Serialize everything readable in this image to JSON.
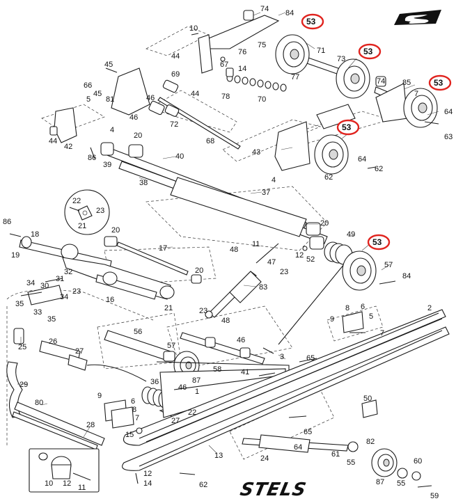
{
  "diagram": {
    "brand_text": "STELS",
    "logo_icon": "stels-s-logo-icon",
    "highlight_color": "#e0231e",
    "highlighted_part": "53",
    "callouts": [
      {
        "id": "74a",
        "text": "74"
      },
      {
        "id": "84a",
        "text": "84"
      },
      {
        "id": "53a",
        "text": "53"
      },
      {
        "id": "10a",
        "text": "10"
      },
      {
        "id": "75",
        "text": "75"
      },
      {
        "id": "76",
        "text": "76"
      },
      {
        "id": "71",
        "text": "71"
      },
      {
        "id": "53b",
        "text": "53"
      },
      {
        "id": "44a",
        "text": "44"
      },
      {
        "id": "67",
        "text": "67"
      },
      {
        "id": "14a",
        "text": "14"
      },
      {
        "id": "73",
        "text": "73"
      },
      {
        "id": "45a",
        "text": "45"
      },
      {
        "id": "69",
        "text": "69"
      },
      {
        "id": "77",
        "text": "77"
      },
      {
        "id": "74b",
        "text": "74"
      },
      {
        "id": "85",
        "text": "85"
      },
      {
        "id": "53c",
        "text": "53"
      },
      {
        "id": "66",
        "text": "66"
      },
      {
        "id": "46a",
        "text": "46"
      },
      {
        "id": "44b",
        "text": "44"
      },
      {
        "id": "78",
        "text": "78"
      },
      {
        "id": "70",
        "text": "70"
      },
      {
        "id": "7a",
        "text": "7"
      },
      {
        "id": "45b",
        "text": "45"
      },
      {
        "id": "81",
        "text": "81"
      },
      {
        "id": "5",
        "text": "5"
      },
      {
        "id": "64a",
        "text": "64"
      },
      {
        "id": "4a",
        "text": "4"
      },
      {
        "id": "46b",
        "text": "46"
      },
      {
        "id": "72",
        "text": "72"
      },
      {
        "id": "53d",
        "text": "53"
      },
      {
        "id": "63",
        "text": "63"
      },
      {
        "id": "44c",
        "text": "44"
      },
      {
        "id": "42",
        "text": "42"
      },
      {
        "id": "20a",
        "text": "20"
      },
      {
        "id": "68",
        "text": "68"
      },
      {
        "id": "43",
        "text": "43"
      },
      {
        "id": "86a",
        "text": "86"
      },
      {
        "id": "39",
        "text": "39"
      },
      {
        "id": "40",
        "text": "40"
      },
      {
        "id": "64b",
        "text": "64"
      },
      {
        "id": "62a",
        "text": "62"
      },
      {
        "id": "4b",
        "text": "4"
      },
      {
        "id": "62b",
        "text": "62"
      },
      {
        "id": "38",
        "text": "38"
      },
      {
        "id": "22",
        "text": "22"
      },
      {
        "id": "37",
        "text": "37"
      },
      {
        "id": "23a",
        "text": "23"
      },
      {
        "id": "21a",
        "text": "21"
      },
      {
        "id": "86b",
        "text": "86"
      },
      {
        "id": "18",
        "text": "18"
      },
      {
        "id": "20b",
        "text": "20"
      },
      {
        "id": "20c",
        "text": "20"
      },
      {
        "id": "49",
        "text": "49"
      },
      {
        "id": "53e",
        "text": "53"
      },
      {
        "id": "19",
        "text": "19"
      },
      {
        "id": "48a",
        "text": "48"
      },
      {
        "id": "11a",
        "text": "11"
      },
      {
        "id": "12a",
        "text": "12"
      },
      {
        "id": "17",
        "text": "17"
      },
      {
        "id": "52",
        "text": "52"
      },
      {
        "id": "47",
        "text": "47"
      },
      {
        "id": "23b",
        "text": "23"
      },
      {
        "id": "57a",
        "text": "57"
      },
      {
        "id": "84b",
        "text": "84"
      },
      {
        "id": "32",
        "text": "32"
      },
      {
        "id": "20d",
        "text": "20"
      },
      {
        "id": "31",
        "text": "31"
      },
      {
        "id": "34a",
        "text": "34"
      },
      {
        "id": "30",
        "text": "30"
      },
      {
        "id": "23c",
        "text": "23"
      },
      {
        "id": "83",
        "text": "83"
      },
      {
        "id": "34b",
        "text": "34"
      },
      {
        "id": "16",
        "text": "16"
      },
      {
        "id": "21b",
        "text": "21"
      },
      {
        "id": "35a",
        "text": "35"
      },
      {
        "id": "33",
        "text": "33"
      },
      {
        "id": "35b",
        "text": "35"
      },
      {
        "id": "23d",
        "text": "23"
      },
      {
        "id": "2",
        "text": "2"
      },
      {
        "id": "8a",
        "text": "8"
      },
      {
        "id": "6a",
        "text": "6"
      },
      {
        "id": "48b",
        "text": "48"
      },
      {
        "id": "9a",
        "text": "9"
      },
      {
        "id": "5b",
        "text": "5"
      },
      {
        "id": "7b",
        "text": "7"
      },
      {
        "id": "56",
        "text": "56"
      },
      {
        "id": "46c",
        "text": "46"
      },
      {
        "id": "25",
        "text": "25"
      },
      {
        "id": "26",
        "text": "26"
      },
      {
        "id": "57b",
        "text": "57"
      },
      {
        "id": "27a",
        "text": "27"
      },
      {
        "id": "65a",
        "text": "65"
      },
      {
        "id": "41",
        "text": "41"
      },
      {
        "id": "3",
        "text": "3"
      },
      {
        "id": "58",
        "text": "58"
      },
      {
        "id": "87a",
        "text": "87"
      },
      {
        "id": "29",
        "text": "29"
      },
      {
        "id": "36",
        "text": "36"
      },
      {
        "id": "46d",
        "text": "46"
      },
      {
        "id": "1",
        "text": "1"
      },
      {
        "id": "22b",
        "text": "22"
      },
      {
        "id": "9b",
        "text": "9"
      },
      {
        "id": "80",
        "text": "80"
      },
      {
        "id": "6b",
        "text": "6"
      },
      {
        "id": "8b",
        "text": "8"
      },
      {
        "id": "27b",
        "text": "27"
      },
      {
        "id": "7c",
        "text": "7"
      },
      {
        "id": "28",
        "text": "28"
      },
      {
        "id": "50",
        "text": "50"
      },
      {
        "id": "65b",
        "text": "65"
      },
      {
        "id": "82",
        "text": "82"
      },
      {
        "id": "15",
        "text": "15"
      },
      {
        "id": "64c",
        "text": "64"
      },
      {
        "id": "61",
        "text": "61"
      },
      {
        "id": "13",
        "text": "13"
      },
      {
        "id": "24",
        "text": "24"
      },
      {
        "id": "55a",
        "text": "55"
      },
      {
        "id": "60",
        "text": "60"
      },
      {
        "id": "87b",
        "text": "87"
      },
      {
        "id": "55b",
        "text": "55"
      },
      {
        "id": "10b",
        "text": "10"
      },
      {
        "id": "12b",
        "text": "12"
      },
      {
        "id": "11b",
        "text": "11"
      },
      {
        "id": "12c",
        "text": "12"
      },
      {
        "id": "14b",
        "text": "14"
      },
      {
        "id": "62c",
        "text": "62"
      },
      {
        "id": "59",
        "text": "59"
      }
    ]
  }
}
